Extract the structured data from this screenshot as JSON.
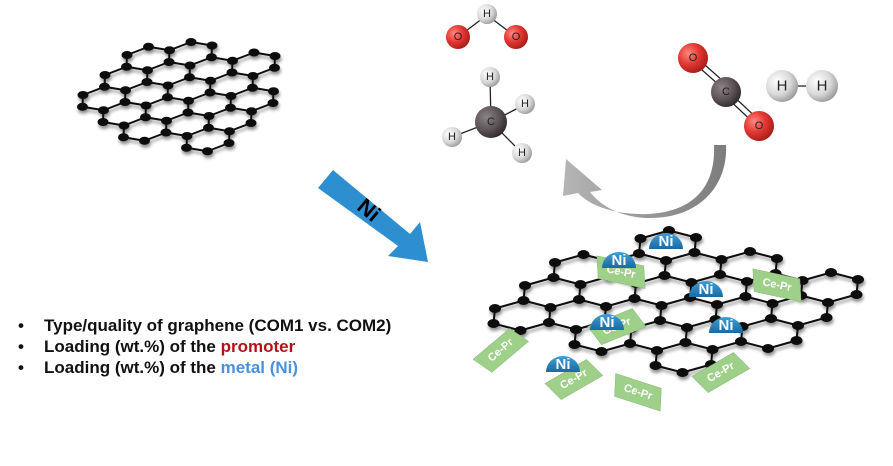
{
  "colors": {
    "promoter": "#b3121a",
    "metal": "#4a90e2",
    "ni_arrow": "#2e8fd0",
    "ni_dome": "#1f78b4",
    "cepr_plate": "#9fd08a",
    "oxygen": "#e33b32",
    "carbon": "#5a5254",
    "hydrogen": "#d6d6d6",
    "cycle_arrow": "#9a9a9a"
  },
  "arrow": {
    "label": "Ni"
  },
  "molecules": {
    "formic_like": {
      "atoms": [
        "O",
        "H",
        "O"
      ]
    },
    "methane": {
      "center": "C",
      "atoms": [
        "H",
        "H",
        "H",
        "H"
      ]
    },
    "co2": {
      "center": "C",
      "atoms": [
        "O",
        "O"
      ]
    },
    "h2": {
      "atoms": [
        "H",
        "H"
      ]
    }
  },
  "catalyst": {
    "metal_label": "Ni",
    "promoter_label": "Ce-Pr",
    "metal_count": 6,
    "promoter_count": 7
  },
  "bullets": [
    {
      "prefix": "Type/quality of graphene (COM1 vs. COM2)",
      "highlight": "",
      "style": ""
    },
    {
      "prefix": "Loading (wt.%) of the ",
      "highlight": "promoter",
      "style": "red"
    },
    {
      "prefix": "Loading (wt.%) of the ",
      "highlight": "metal (Ni)",
      "style": "blue"
    }
  ],
  "bullet_symbol": "•"
}
